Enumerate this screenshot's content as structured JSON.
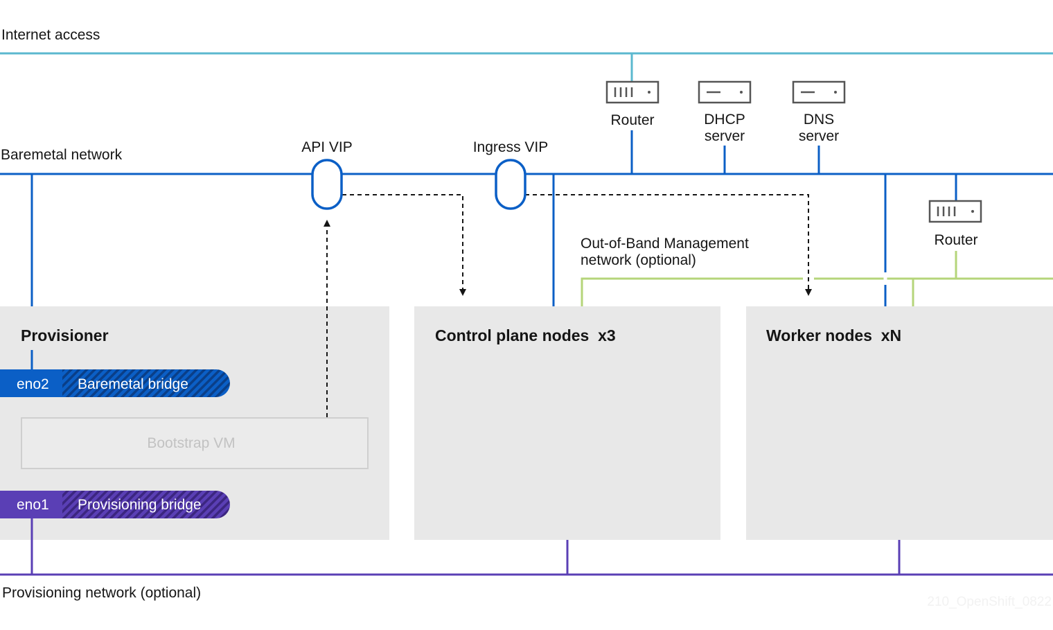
{
  "networks": {
    "internet": {
      "label": "Internet access",
      "color": "#5bb8cf"
    },
    "baremetal": {
      "label": "Baremetal network",
      "color": "#0b5fc6"
    },
    "oob": {
      "label_line1": "Out-of-Band Management",
      "label_line2": "network (optional)",
      "color": "#b5d57a"
    },
    "provisioning": {
      "label": "Provisioning network (optional)",
      "color": "#5a3fb5"
    }
  },
  "devices": {
    "router_top": {
      "label": "Router",
      "icon": "router-icon"
    },
    "dhcp": {
      "label_line1": "DHCP",
      "label_line2": "server",
      "icon": "server-icon"
    },
    "dns": {
      "label_line1": "DNS",
      "label_line2": "server",
      "icon": "server-icon"
    },
    "router_right": {
      "label": "Router",
      "icon": "router-icon"
    }
  },
  "vips": {
    "api": {
      "label": "API VIP"
    },
    "ingress": {
      "label": "Ingress VIP"
    }
  },
  "boxes": {
    "provisioner": {
      "title": "Provisioner",
      "baremetal_nic": "eno2",
      "baremetal_bridge": "Baremetal bridge",
      "bootstrap": "Bootstrap VM",
      "provisioning_nic": "eno1",
      "provisioning_bridge": "Provisioning bridge"
    },
    "control_plane": {
      "title": "Control plane nodes  x3"
    },
    "workers": {
      "title": "Worker nodes  xN"
    }
  },
  "colors": {
    "box_fill": "#e8e8e8",
    "bridge_blue": "#0b5fc6",
    "bridge_purple": "#5a3fb5",
    "device_stroke": "#555555"
  },
  "watermark": "210_OpenShift_0822"
}
